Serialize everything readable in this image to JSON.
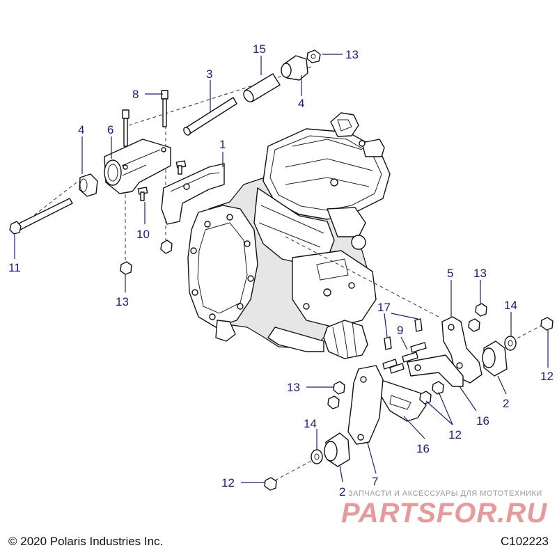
{
  "diagram": {
    "callouts": [
      {
        "id": "c15",
        "text": "15"
      },
      {
        "id": "c13a",
        "text": "13"
      },
      {
        "id": "c3",
        "text": "3"
      },
      {
        "id": "c8",
        "text": "8"
      },
      {
        "id": "c4a",
        "text": "4"
      },
      {
        "id": "c4b",
        "text": "4"
      },
      {
        "id": "c6",
        "text": "6"
      },
      {
        "id": "c1",
        "text": "1"
      },
      {
        "id": "c10",
        "text": "10"
      },
      {
        "id": "c11",
        "text": "11"
      },
      {
        "id": "c13b",
        "text": "13"
      },
      {
        "id": "c5",
        "text": "5"
      },
      {
        "id": "c13c",
        "text": "13"
      },
      {
        "id": "c14a",
        "text": "14"
      },
      {
        "id": "c17",
        "text": "17"
      },
      {
        "id": "c9",
        "text": "9"
      },
      {
        "id": "c12a",
        "text": "12"
      },
      {
        "id": "c13d",
        "text": "13"
      },
      {
        "id": "c2a",
        "text": "2"
      },
      {
        "id": "c16a",
        "text": "16"
      },
      {
        "id": "c12b",
        "text": "12"
      },
      {
        "id": "c16b",
        "text": "16"
      },
      {
        "id": "c14b",
        "text": "14"
      },
      {
        "id": "c2b",
        "text": "2"
      },
      {
        "id": "c7",
        "text": "7"
      },
      {
        "id": "c12c",
        "text": "12"
      }
    ],
    "copyright": "© 2020 Polaris Industries Inc.",
    "code": "C102223",
    "watermark": {
      "tagline": "ЗАПЧАСТИ И АКСЕССУАРЫ ДЛЯ МОТОТЕХНИКИ",
      "logo": "PARTSFOR.RU"
    }
  },
  "colors": {
    "callout": "#1a1a8c",
    "linework": "#111111",
    "watermark": "#e89a9a"
  }
}
